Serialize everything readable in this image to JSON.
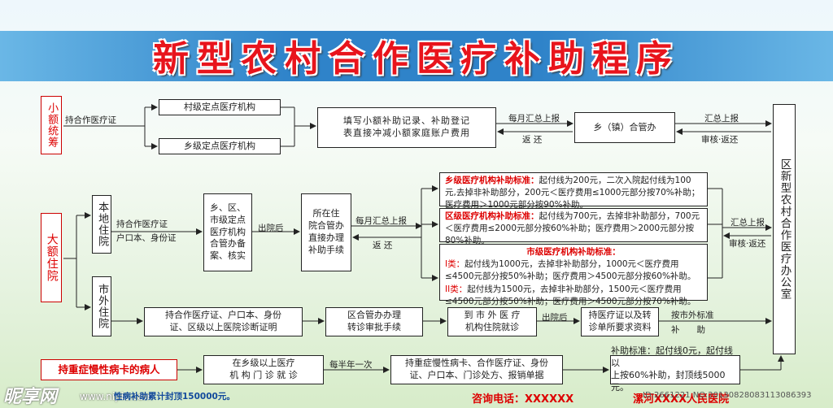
{
  "title": "新型农村合作医疗补助程序",
  "small_amount": {
    "label": "小额统筹",
    "cert_label": "持合作医疗证",
    "village_clinic": "村级定点医疗机构",
    "township_clinic": "乡级定点医疗机构",
    "fill_record": "填写小额补助记录、补助登记\n表直接冲减小额家庭账户费用",
    "monthly_report": "每月汇总上报",
    "refund": "返 还",
    "township_office": "乡（镇）合管办",
    "summary_report": "汇总上报",
    "review_refund": "审核·返还"
  },
  "district_office": "区新型农村合作医疗办公室",
  "large_amount": {
    "label": "大额住院",
    "local_inpatient": "本地住院",
    "local_docs": "持合作医疗证\n户口本、身份证",
    "clinic_filing": "乡、区、\n市级定点\n医疗机构\n合管办备\n案、核实",
    "discharge": "出院后",
    "hospital_office": "所在住\n院合管办\n直接办理\n补助手续",
    "monthly_report": "每月汇总上报",
    "refund": "返 还",
    "summary_report": "汇总上报",
    "review_refund": "审核·返还",
    "std_township_title": "乡级医疗机构补助标准：",
    "std_township_body": "起付线为200元，二次入院起付线为100元,去掉非补助部分，200元＜医疗费用≤1000元部分按70%补助；医疗费用＞1000元部分按90%补助。",
    "std_district_title": "区级医疗机构补助标准：",
    "std_district_body": "起付线为700元，去掉非补助部分，700元＜医疗费用≤2000元部分按60%补助；医疗费用＞2000元部分按80%补助。",
    "std_city_title": "市级医疗机构补助标准：",
    "std_city_class1_tag": "I类：",
    "std_city_class1": "起付线为1000元，去掉非补助部分，1000元＜医疗费用≤4500元部分按50%补助；医疗费用＞4500元部分按60%补助。",
    "std_city_class2_tag": "II类：",
    "std_city_class2": "起付线为1500元，去掉非补助部分，1500元＜医疗费用≤4500元部分按50%补助；医疗费用＞4500元部分按70%补助。",
    "outside_inpatient": "市外住院",
    "outside_docs": "持合作医疗证、户口本、身份\n证、区级以上医院诊断证明",
    "office_transfer": "区合管办办理\n转诊审批手续",
    "outside_hospital": "到 市 外 医 疗\n机构住院就诊",
    "discharge2": "出院后",
    "outside_materials": "持医疗证以及转\n诊单所要求资料",
    "outside_standard": "按市外标准\n补　　助"
  },
  "chronic": {
    "label": "持重症慢性病卡的病人",
    "clinic": "在乡级以上医疗\n机 构 门 诊 就 诊",
    "half_year": "每半年一次",
    "docs": "持重症慢性病卡、合作医疗证、身份\n证、户口本、门诊处方、报销单据",
    "standard": "补助标准：起付线0元，起付线以\n上按60%补助，封顶线5000元。"
  },
  "bottom_note": "性病补助累计封顶150000元。",
  "hotline": "咨询电话：XXXXXX",
  "hospital": "漯河XXXX人民医院",
  "watermark_site": "昵享网",
  "watermark_url": "www.nipic.com",
  "watermark_id": "ID:2661221 NO:20130828083113086393"
}
